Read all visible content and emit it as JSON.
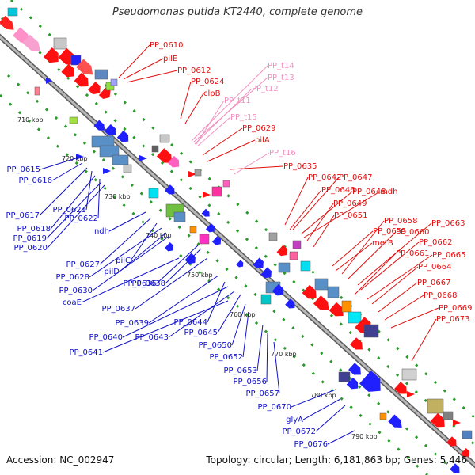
{
  "title": "Pseudomonas putida KT2440, complete genome",
  "footer": {
    "accession": "Accession: NC_002947",
    "summary": "Topology: circular; Length: 6,181,863 bp; Genes: 5,446"
  },
  "colors": {
    "red_labels": "#e01010",
    "pink_labels": "#f090c0",
    "blue_labels": "#1010c8",
    "backbone": "#909090",
    "ticks": "#2a8a2a"
  },
  "kbp_ticks": [
    "710 kbp",
    "720 kbp",
    "730 kbp",
    "740 kbp",
    "750 kbp",
    "760 kbp",
    "770 kbp",
    "780 kbp",
    "790 kbp"
  ],
  "labels_red": [
    "PP_0610",
    "pilE",
    "PP_0612",
    "PP_0624",
    "clpB",
    "PP_0629",
    "pilA",
    "PP_0635",
    "PP_0642",
    "PP_0646",
    "PP_0647",
    "PP_0648",
    "mdh",
    "PP_0649",
    "PP_0651",
    "PP_0655",
    "metB",
    "PP_0658",
    "PP_0660",
    "PP_0663",
    "PP_0662",
    "PP_0661",
    "PP_0665",
    "PP_0664",
    "PP_0667",
    "PP_0668",
    "PP_0669",
    "PP_0673"
  ],
  "labels_pink": [
    "PP_t14",
    "PP_t13",
    "PP_t12",
    "PP_t11",
    "PP_t15",
    "PP_t16"
  ],
  "labels_blue": [
    "PP_0615",
    "PP_0616",
    "PP_0617",
    "PP_0621",
    "PP_0618",
    "PP_0622",
    "PP_0619",
    "PP_0620",
    "ndh",
    "PP_0627",
    "pilC",
    "PP_0628",
    "pilD",
    "PP_0630",
    "PP_0636",
    "PP_0638",
    "coaE",
    "PP_0637",
    "PP_0639",
    "PP_0644",
    "PP_0640",
    "PP_0643",
    "PP_0645",
    "PP_0641",
    "PP_0650",
    "PP_0652",
    "PP_0653",
    "PP_0656",
    "PP_0657",
    "PP_0670",
    "glyA",
    "PP_0672",
    "PP_0676"
  ]
}
